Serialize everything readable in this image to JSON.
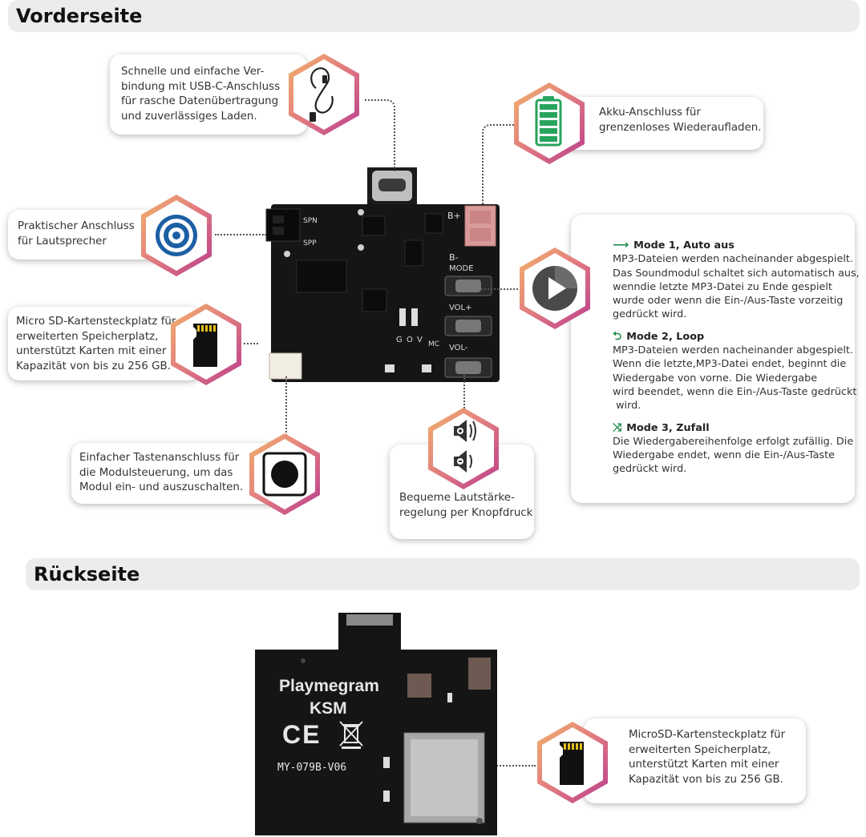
{
  "sections": {
    "front_title": "Vorderseite",
    "back_title": "Rückseite"
  },
  "callouts": {
    "usb": {
      "lines": [
        "Schnelle und einfache Ver-",
        "bindung mit USB-C-Anschluss",
        "für rasche Datenübertragung",
        "und zuverlässiges Laden."
      ],
      "icon": "usb-cable-icon"
    },
    "battery": {
      "lines": [
        "Akku-Anschluss für",
        "grenzenloses Wiederaufladen."
      ],
      "icon": "battery-icon"
    },
    "speaker": {
      "lines": [
        "Praktischer Anschluss",
        "für Lautsprecher"
      ],
      "icon": "speaker-icon"
    },
    "sd_front": {
      "lines": [
        "Micro SD-Kartensteckplatz für",
        "erweiterten Speicherplatz,",
        "unterstützt Karten mit einer",
        "Kapazität von bis zu 256 GB."
      ],
      "icon": "sd-card-icon"
    },
    "button": {
      "lines": [
        "Einfacher Tastenanschluss für",
        "die Modulsteuerung, um das",
        "Modul ein- und auszuschalten."
      ],
      "icon": "push-button-icon"
    },
    "volume": {
      "lines": [
        "Bequeme Lautstärke-",
        "regelung per Knopfdruck"
      ],
      "icon": "volume-icon"
    },
    "sd_back": {
      "lines": [
        "MicroSD-Kartensteckplatz für",
        "erweiterten Speicherplatz,",
        "unterstützt Karten mit einer",
        "Kapazität von bis zu 256 GB."
      ],
      "icon": "sd-card-icon"
    },
    "modes": {
      "icon": "play-icon",
      "items": [
        {
          "title": "Mode 1, Auto aus",
          "icon": "arrow-right-icon",
          "lines": [
            "MP3-Dateien werden nacheinander abgespielt.",
            "Das Soundmodul schaltet sich automatisch aus,",
            "wenndie letzte MP3-Datei zu Ende gespielt",
            "wurde oder wenn die Ein-/Aus-Taste vorzeitig",
            "gedrückt wird."
          ]
        },
        {
          "title": "Mode 2, Loop",
          "icon": "loop-icon",
          "lines": [
            "MP3-Dateien werden nacheinander abgespielt.",
            "Wenn die letzte,MP3-Datei endet, beginnt die",
            "Wiedergabe von vorne. Die Wiedergabe",
            "wird beendet, wenn die Ein-/Aus-Taste gedrückt",
            " wird."
          ]
        },
        {
          "title": "Mode 3, Zufall",
          "icon": "shuffle-icon",
          "lines": [
            "Die Wiedergabereihenfolge erfolgt zufällig. Die",
            "Wiedergabe endet, wenn die Ein-/Aus-Taste",
            "gedrückt wird."
          ]
        }
      ]
    }
  },
  "pcb_front": {
    "labels": [
      "SPN",
      "SPP",
      "B+",
      "B-",
      "MODE",
      "VOL+",
      "VOL-",
      "G",
      "O",
      "V",
      "MC"
    ]
  },
  "pcb_back": {
    "brand": "Playmegram",
    "model": "KSM",
    "ce_mark": "CE",
    "version": "MY-079B-V06"
  },
  "colors": {
    "hex_border_start": "#f0a860",
    "hex_border_end": "#c2408a",
    "accent_green": "#1a8a4a",
    "pcb": "#151515"
  }
}
